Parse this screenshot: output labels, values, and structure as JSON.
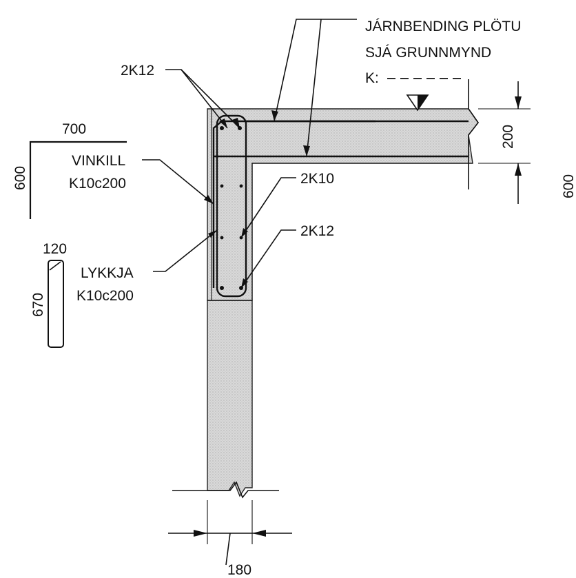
{
  "labels": {
    "reinforcement_slab_line1": "JÁRNBENDING PLÖTU",
    "reinforcement_slab_line2": "SJÁ GRUNNMYND",
    "level_marker": "K:",
    "top_bars": "2K12",
    "angle_bar_line1": "VINKILL",
    "angle_bar_line2": "K10c200",
    "loop_line1": "LYKKJA",
    "loop_line2": "K10c200",
    "side_bars": "2K10",
    "bottom_bars": "2K12"
  },
  "dimensions": {
    "slab_thickness": "200",
    "beam_depth": "600",
    "wall_thickness": "180",
    "angle_leg_horizontal": "700",
    "angle_leg_vertical": "600",
    "loop_width": "120",
    "loop_height": "670"
  },
  "colors": {
    "line": "#111111",
    "concrete_fill": "#d9d9d9",
    "background": "#ffffff"
  }
}
